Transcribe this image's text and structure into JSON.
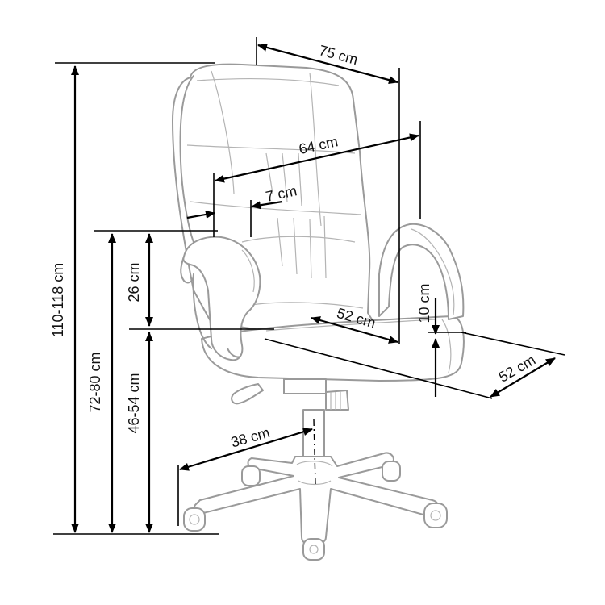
{
  "labels": {
    "height_total": "110-118 cm",
    "height_armrest": "72-80 cm",
    "height_seat": "46-54 cm",
    "armrest_above_seat": "26 cm",
    "width_overall": "75 cm",
    "backrest_width": "64 cm",
    "armrest_width": "7 cm",
    "seat_width": "52 cm",
    "seat_depth": "52 cm",
    "seat_thickness": "10 cm",
    "base_radius": "38 cm"
  }
}
